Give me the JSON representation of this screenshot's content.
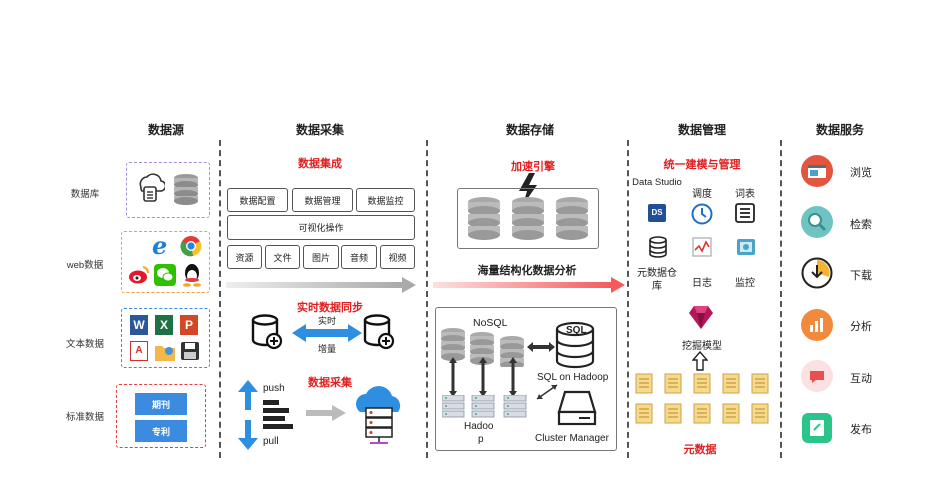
{
  "columns": {
    "source": "数据源",
    "collect": "数据采集",
    "storage": "数据存储",
    "manage": "数据管理",
    "service": "数据服务"
  },
  "sources": {
    "db": "数据库",
    "web": "web数据",
    "text": "文本数据",
    "standard": "标准数据",
    "tag1": "期刊",
    "tag2": "专利"
  },
  "collect": {
    "integration_title": "数据集成",
    "boxes": [
      "数据配置",
      "数据管理",
      "数据监控"
    ],
    "visual_op": "可视化操作",
    "small_boxes": [
      "资源",
      "文件",
      "图片",
      "音频",
      "视频"
    ],
    "sync_title": "实时数据同步",
    "realtime": "实时",
    "incremental": "增量",
    "gather_title": "数据采集",
    "push": "push",
    "pull": "pull"
  },
  "storage": {
    "engine_title": "加速引擎",
    "analysis_title": "海量结构化数据分析",
    "nosql": "NoSQL",
    "sql": "SQL",
    "sql_on_hadoop": "SQL on Hadoop",
    "hadoop_1": "Hadoo",
    "hadoop_2": "p",
    "cluster_manager": "Cluster Manager"
  },
  "manage": {
    "title": "统一建模与管理",
    "items": [
      "Data Studio",
      "调度",
      "词表",
      "元数据仓库",
      "日志",
      "监控"
    ],
    "mining": "挖掘模型",
    "metadata": "元数据"
  },
  "services": {
    "items": [
      "浏览",
      "检索",
      "下载",
      "分析",
      "互动",
      "发布"
    ]
  }
}
